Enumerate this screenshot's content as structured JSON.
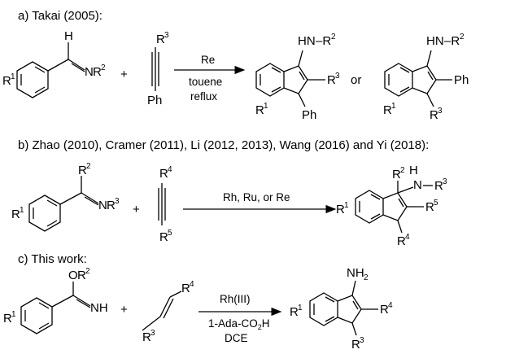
{
  "sections": {
    "a": {
      "heading": "a) Takai (2005):",
      "catalyst": "Re",
      "conditions_1": "touene",
      "conditions_2": "reflux",
      "or": "or"
    },
    "b": {
      "heading": "b) Zhao (2010), Cramer (2011), Li (2012, 2013), Wang (2016) and Yi (2018):",
      "catalyst": "Rh, Ru, or Re"
    },
    "c": {
      "heading": "c) This work:",
      "catalyst": "Rh(III)",
      "conditions_1": "1-Ada-CO",
      "conditions_1_sub": "2",
      "conditions_1_tail": "H",
      "conditions_2": "DCE"
    }
  },
  "atoms": {
    "H": "H",
    "N": "N",
    "NH": "NH",
    "HN": "HN",
    "NH2_main": "NH",
    "NH2_sub": "2",
    "O": "O",
    "R": "R",
    "Ph": "Ph",
    "plus": "+",
    "dash_R": "–R",
    "n1": "1",
    "n2": "2",
    "n3": "3",
    "n4": "4",
    "n5": "5"
  }
}
